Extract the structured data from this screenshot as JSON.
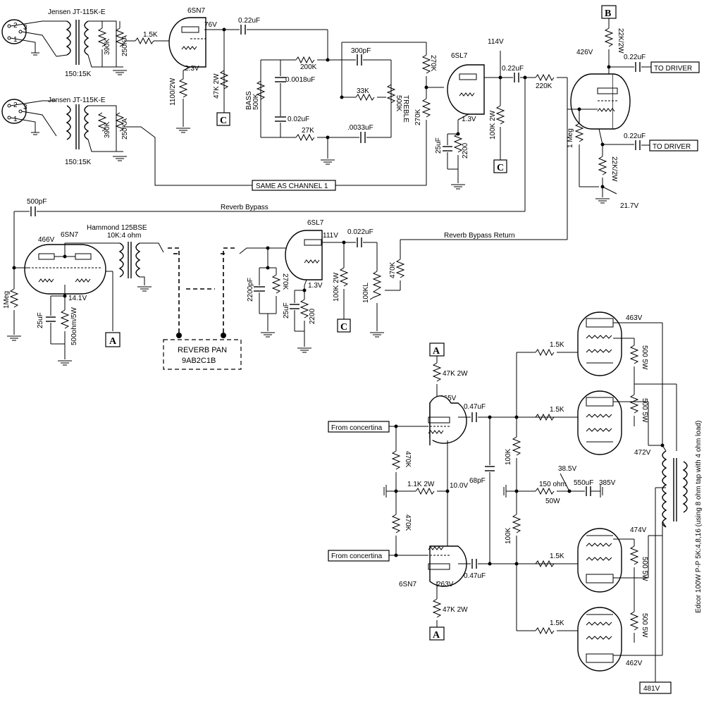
{
  "transformer_input": "Jensen JT-115K-E",
  "transformer_ratio": "150:15K",
  "xlr_pins": [
    "2",
    "3",
    "1"
  ],
  "tubes": {
    "v1": "6SN7",
    "v2": "6SL7",
    "v3": "6SN7",
    "v4": "6SL7",
    "v5": "6SN7"
  },
  "reverb_transformer": "Hammond 125BSE",
  "reverb_transformer_ratio": "10K:4 ohm",
  "reverb_pan_line1": "REVERB PAN",
  "reverb_pan_line2": "9AB2C1B",
  "same_as_channel": "SAME AS CHANNEL 1",
  "reverb_bypass": "Reverb Bypass",
  "reverb_bypass_return": "Reverb Bypass Return",
  "to_driver": "TO DRIVER",
  "from_concertina": "From concertina",
  "nodes": {
    "a": "A",
    "b": "B",
    "c": "C"
  },
  "supply_voltage": "481V",
  "output_transformer": "Edcor 100W P-P 5K:4,8,16 (using 8 ohm tap with 4 ohm load)",
  "voltages": {
    "v76": "76V",
    "v2_3": "2.3V",
    "v114": "114V",
    "v1_3": "1.3V",
    "v426": "426V",
    "v21_7": "21.7V",
    "v466": "466V",
    "v14_1": "14.1V",
    "v111": "111V",
    "v1_3b": "1.3V",
    "v265": "265V",
    "v263": "263V",
    "v10": "10.0V",
    "v38_5": "38.5V",
    "v463": "463V",
    "v472": "472V",
    "v474": "474V",
    "v462": "462V",
    "v385": "385V"
  },
  "components": {
    "r1_5k": "1.5K",
    "r390k_a": "390K",
    "r250ka_a": "250KA",
    "r390k_b": "390K",
    "r250ka_b": "250KA",
    "r1100": "1100/2W",
    "r47k2w": "47K 2W",
    "c022a": "0.22uF",
    "r200k": "200K",
    "c0018": "0.0018uF",
    "bass": "BASS",
    "bass_val": "500K",
    "c300p": "300pF",
    "treble": "TREBLE",
    "treble_val": "500K",
    "r33k": "33K",
    "c002": "0.02uF",
    "r27k": "27K",
    "c0033": ".0033uF",
    "r270k_a": "270K",
    "r270k_b": "270K",
    "c022b": "0.22uF",
    "r220k": "220K",
    "r100k2w": "100K 2W",
    "c25u_a": "25uF",
    "r2200_a": "2200",
    "r22k2w_a": "22K/2W",
    "c022c": "0.22uF",
    "r1meg_a": "1 Meg",
    "c022d": "0.22uF",
    "r22k2w_b": "22K/2W",
    "c500p": "500pF",
    "r1meg_b": "1Meg",
    "c25u_b": "25uF",
    "r500ohm": "500ohm/5W",
    "c2200p": "2200pF",
    "r270k_c": "270K",
    "r100k2w_b": "100K 2W",
    "c25u_c": "25uF",
    "r2200_b": "2200",
    "c0022": "0.022uF",
    "r100kl": "100KL",
    "r470k_a": "470K",
    "r47k2w_b": "47K 2W",
    "c047a": "0.47uF",
    "r470k_b": "470K",
    "r470k_c": "470K",
    "r1_1k": "1.1K 2W",
    "c68p": "68pF",
    "r100k_a": "100K",
    "r100k_b": "100K",
    "r150": "150 ohm",
    "r150w": "50W",
    "c550": "550uF",
    "c047b": "0.47uF",
    "r47k2w_c": "47K 2W",
    "g1": "1.5K",
    "g2": "1.5K",
    "g3": "1.5K",
    "g4": "1.5K",
    "s1": "500 5W",
    "s2": "500 5W",
    "s3": "500 5W",
    "s4": "500 5W"
  }
}
